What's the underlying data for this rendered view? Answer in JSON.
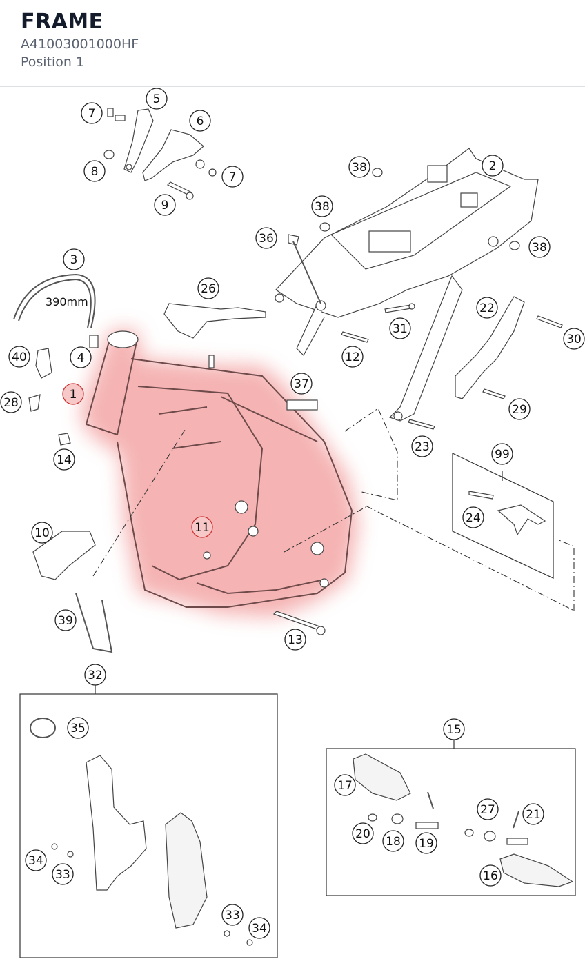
{
  "header": {
    "title": "FRAME",
    "part_number": "A41003001000HF",
    "position": "Position 1"
  },
  "highlight_color": "#f29a9a",
  "annotation_390": "390mm",
  "callouts": [
    {
      "id": "c1",
      "label": "1",
      "highlighted": true
    },
    {
      "id": "c2",
      "label": "2"
    },
    {
      "id": "c3",
      "label": "3"
    },
    {
      "id": "c4",
      "label": "4"
    },
    {
      "id": "c5",
      "label": "5"
    },
    {
      "id": "c6",
      "label": "6"
    },
    {
      "id": "c7a",
      "label": "7"
    },
    {
      "id": "c7b",
      "label": "7"
    },
    {
      "id": "c8",
      "label": "8"
    },
    {
      "id": "c9",
      "label": "9"
    },
    {
      "id": "c10",
      "label": "10"
    },
    {
      "id": "c11",
      "label": "11",
      "highlighted": true
    },
    {
      "id": "c12",
      "label": "12"
    },
    {
      "id": "c13",
      "label": "13"
    },
    {
      "id": "c14",
      "label": "14"
    },
    {
      "id": "c15",
      "label": "15"
    },
    {
      "id": "c16",
      "label": "16"
    },
    {
      "id": "c17",
      "label": "17"
    },
    {
      "id": "c18",
      "label": "18"
    },
    {
      "id": "c19",
      "label": "19"
    },
    {
      "id": "c20",
      "label": "20"
    },
    {
      "id": "c21",
      "label": "21"
    },
    {
      "id": "c22",
      "label": "22"
    },
    {
      "id": "c23",
      "label": "23"
    },
    {
      "id": "c24",
      "label": "24"
    },
    {
      "id": "c26",
      "label": "26"
    },
    {
      "id": "c27",
      "label": "27"
    },
    {
      "id": "c28",
      "label": "28"
    },
    {
      "id": "c29",
      "label": "29"
    },
    {
      "id": "c30",
      "label": "30"
    },
    {
      "id": "c31",
      "label": "31"
    },
    {
      "id": "c32",
      "label": "32"
    },
    {
      "id": "c33a",
      "label": "33"
    },
    {
      "id": "c33b",
      "label": "33"
    },
    {
      "id": "c34a",
      "label": "34"
    },
    {
      "id": "c34b",
      "label": "34"
    },
    {
      "id": "c35",
      "label": "35"
    },
    {
      "id": "c36",
      "label": "36"
    },
    {
      "id": "c37",
      "label": "37"
    },
    {
      "id": "c38a",
      "label": "38"
    },
    {
      "id": "c38b",
      "label": "38"
    },
    {
      "id": "c38c",
      "label": "38"
    },
    {
      "id": "c39",
      "label": "39"
    },
    {
      "id": "c40",
      "label": "40"
    },
    {
      "id": "c99",
      "label": "99"
    }
  ]
}
